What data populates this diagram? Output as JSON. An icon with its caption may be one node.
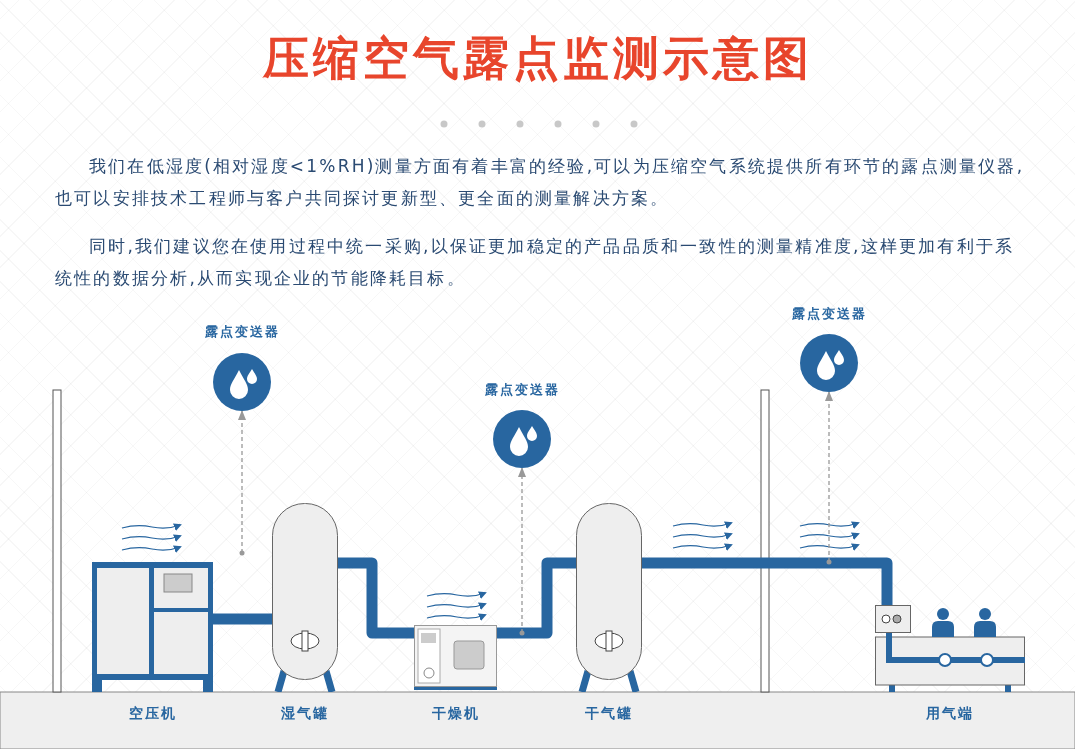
{
  "diagram": {
    "title": "压缩空气露点监测示意图",
    "nodes": [
      {
        "text": [
          "空压机"
        ]
      },
      {
        "text": [
          "湿气罐"
        ]
      },
      {
        "text": [
          "干燥机"
        ]
      },
      {
        "text": [
          "干气罐"
        ]
      },
      {
        "text": [
          "用气端"
        ]
      },
      {
        "text": [
          "露点变送器"
        ]
      },
      {
        "text": [
          "露点变送器"
        ]
      },
      {
        "text": [
          "露点变送器"
        ]
      }
    ],
    "edges": [
      {
        "from": 0,
        "to": 1,
        "arrow": "none"
      },
      {
        "from": 1,
        "to": 2,
        "arrow": "none"
      },
      {
        "from": 2,
        "to": 3,
        "arrow": "none"
      },
      {
        "from": 3,
        "to": 4,
        "arrow": "none"
      },
      {
        "from": null,
        "to": 5,
        "arrow": "to",
        "style": "dashed",
        "color": "#999999"
      },
      {
        "from": null,
        "to": 6,
        "arrow": "to",
        "style": "dashed",
        "color": "#999999"
      },
      {
        "from": null,
        "to": 7,
        "arrow": "to",
        "style": "dashed",
        "color": "#999999"
      }
    ],
    "labels": [
      "我们在低湿度(相对湿度<1%RH)测量方面有着丰富的经验,可以为压缩空气系统提供所有环节的露点测量仪器,也可以安排技术工程师与客户共同探讨更新型、更全面的测量解决方案。",
      "同时,我们建议您在使用过程中统一采购,以保证更加稳定的产品品质和一致性的测量精准度,这样更加有利于系统性的数据分析,从而实现企业的节能降耗目标。"
    ]
  }
}
